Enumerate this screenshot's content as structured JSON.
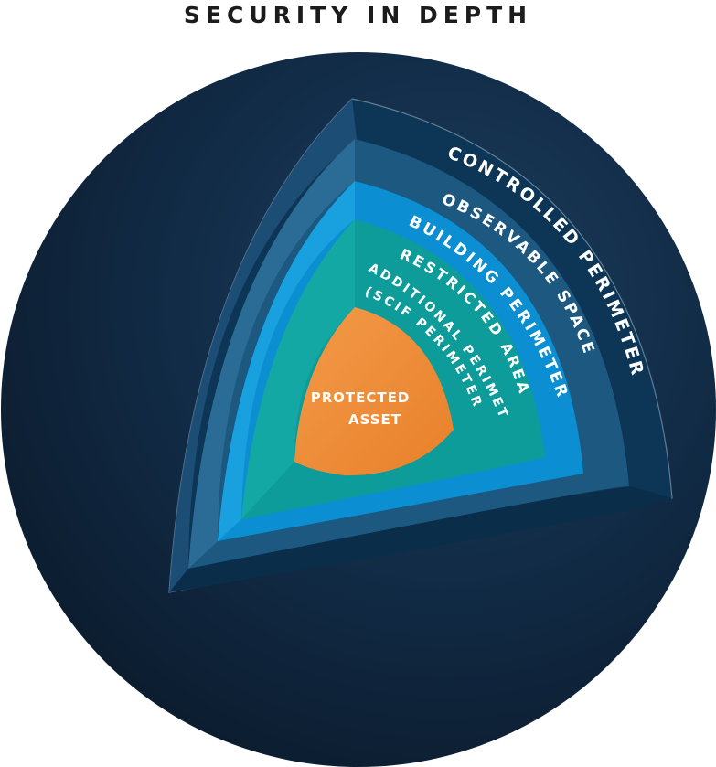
{
  "title": "SECURITY IN DEPTH",
  "layers": [
    {
      "label": "CONTROLLED PERIMETER",
      "color": "#0b3a5e"
    },
    {
      "label": "OBSERVABLE SPACE",
      "color": "#1b5a83"
    },
    {
      "label": "BUILDING PERIMETER",
      "color": "#0a8fd1"
    },
    {
      "label": "RESTRICTED AREA",
      "color": "#0c9a98"
    },
    {
      "label": "ADDITIONAL PERIMETER",
      "color": "#0c9a98"
    },
    {
      "label": "(SCIF PERIMETER)",
      "color": "#0c9a98"
    }
  ],
  "core": {
    "line1": "PROTECTED",
    "line2": "ASSET",
    "color": "#ee8a33"
  },
  "colors": {
    "sphere": "#0f1e31",
    "background": "#ffffff"
  }
}
